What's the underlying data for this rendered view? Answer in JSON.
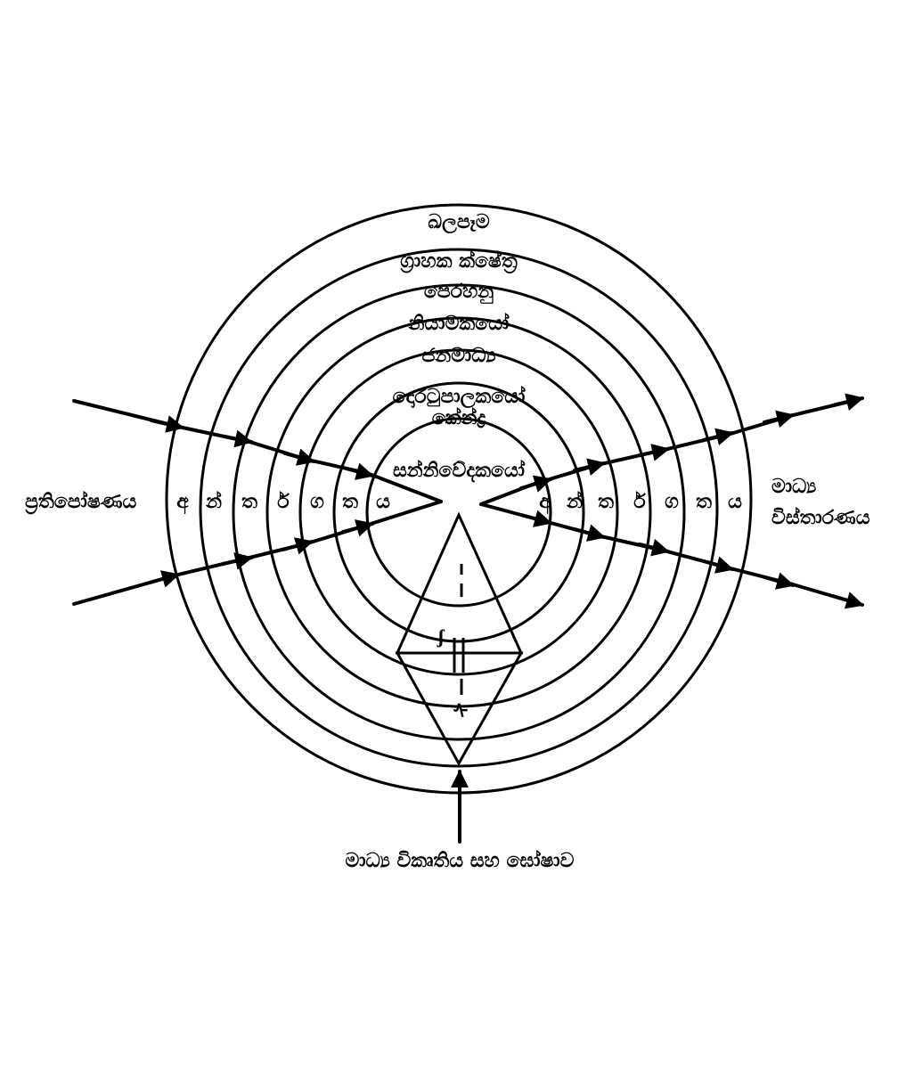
{
  "diagram": {
    "ring_labels": [
      "ඛලපෑම",
      "ග්‍රාහක ක්ෂේත්‍ර",
      "පෙරහනු",
      "නියාමකයෝ",
      "ජනමාධ්‍ය",
      "දොරටුපාලකයෝ",
      "කේන්ද්‍ර",
      "සන්නිවේදකයෝ"
    ],
    "left_label": "ප්‍රතිපෝෂණය",
    "right_label_line1": "මාධ්‍ය",
    "right_label_line2": "විස්තාරණය",
    "bottom_label": "මාධ්‍ය විකෘතිය සහ ඝෝෂාව",
    "left_layer_chars": [
      "අ",
      "න්",
      "ත",
      "ර්",
      "ග",
      "ත",
      "ය"
    ],
    "right_layer_chars": [
      "අ",
      "න්",
      "ත",
      "ර්",
      "ග",
      "ත",
      "ය"
    ],
    "diamond_symbols": [
      "ʃ",
      "ᠰ"
    ]
  }
}
